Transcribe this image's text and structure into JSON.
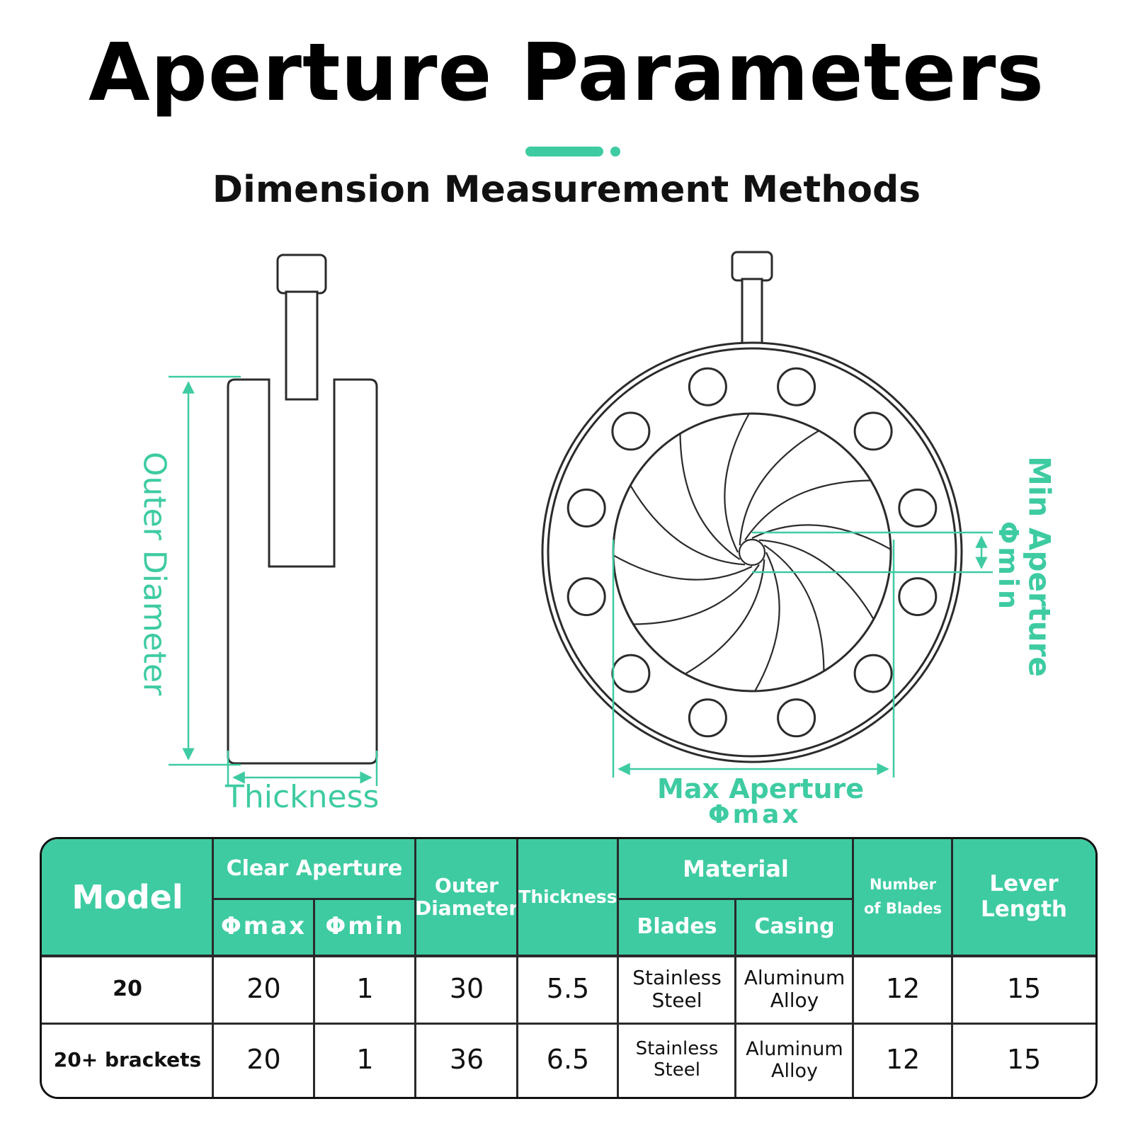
{
  "header": {
    "title": "Aperture Parameters",
    "subtitle": "Dimension Measurement Methods",
    "accent_color": "#3ecba2"
  },
  "diagram": {
    "side_view": {
      "outer_diameter_label": "Outer Diameter",
      "thickness_label": "Thickness"
    },
    "front_view": {
      "max_aperture_label": "Max Aperture",
      "max_aperture_symbol": "Φmax",
      "min_aperture_label": "Min Aperture",
      "min_aperture_symbol": "Φmin",
      "blade_count": 12,
      "hole_count": 12
    }
  },
  "table": {
    "headers": {
      "model": "Model",
      "clear_aperture": "Clear Aperture",
      "phi_max": "Φmax",
      "phi_min": "Φmin",
      "outer_diameter": "Outer Diameter",
      "thickness": "Thickness",
      "material": "Material",
      "blades": "Blades",
      "casing": "Casing",
      "number_of_blades": "Number of Blades",
      "lever_length": "Lever Length"
    },
    "rows": [
      {
        "model": "20",
        "phi_max": "20",
        "phi_min": "1",
        "outer_diameter": "30",
        "thickness": "5.5",
        "blades": "Stainless Steel",
        "casing": "Aluminum Alloy",
        "number_of_blades": "12",
        "lever_length": "15"
      },
      {
        "model": "20+ brackets",
        "phi_max": "20",
        "phi_min": "1",
        "outer_diameter": "36",
        "thickness": "6.5",
        "blades": "Stainless Steel",
        "casing": "Aluminum Alloy",
        "number_of_blades": "12",
        "lever_length": "15"
      }
    ]
  }
}
